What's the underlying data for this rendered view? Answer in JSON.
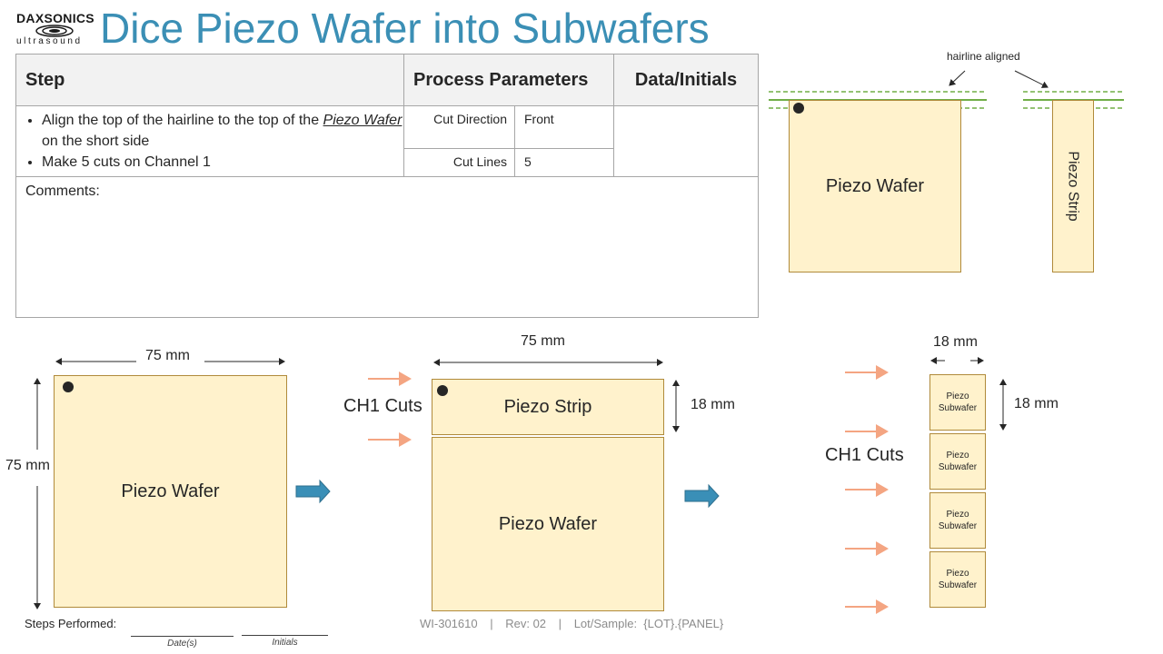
{
  "logo": {
    "company": "DAXSONICS",
    "tagline": "ultrasound"
  },
  "title": "Dice Piezo Wafer into Subwafers",
  "table": {
    "headers": {
      "step": "Step",
      "params": "Process Parameters",
      "data": "Data/Initials"
    },
    "step_line1_prefix": "Align the top of the hairline to the top of the ",
    "step_line1_emph": "Piezo Wafer",
    "step_line1_suffix": " on the short side",
    "step_line2": "Make 5 cuts on Channel 1",
    "params": [
      {
        "label": "Cut Direction",
        "value": "Front"
      },
      {
        "label": "Cut Lines",
        "value": "5"
      }
    ],
    "comments_label": "Comments:"
  },
  "hairline": {
    "annotation": "hairline aligned",
    "wafer_label": "Piezo Wafer",
    "strip_label": "Piezo Strip",
    "colors": {
      "line": "#70ad47",
      "box": "#fff2cc",
      "border": "#b08a3a"
    }
  },
  "stage1": {
    "width_label": "75 mm",
    "height_label": "75 mm",
    "wafer_label": "Piezo Wafer"
  },
  "stage2": {
    "width_label": "75 mm",
    "cuts_label": "CH1 Cuts",
    "strip_label": "Piezo Strip",
    "strip_height_label": "18 mm",
    "wafer_label": "Piezo Wafer"
  },
  "stage3": {
    "width_label": "18 mm",
    "height_label": "18 mm",
    "cuts_label": "CH1 Cuts",
    "subwafers": [
      {
        "line1": "Piezo",
        "line2": "Subwafer"
      },
      {
        "line1": "Piezo",
        "line2": "Subwafer"
      },
      {
        "line1": "Piezo",
        "line2": "Subwafer"
      },
      {
        "line1": "Piezo",
        "line2": "Subwafer"
      }
    ]
  },
  "colors": {
    "accent_title": "#3b8fb5",
    "arrow_blue": "#3a8fb7",
    "cut_arrow": "#f4a582"
  },
  "footer": {
    "steps_performed": "Steps Performed:",
    "date_label": "Date(s)",
    "initials_label": "Initials",
    "doc_id": "WI-301610",
    "sep1": "|",
    "rev": "Rev: 02",
    "sep2": "|",
    "lot": "Lot/Sample:  {LOT}.{PANEL}"
  }
}
